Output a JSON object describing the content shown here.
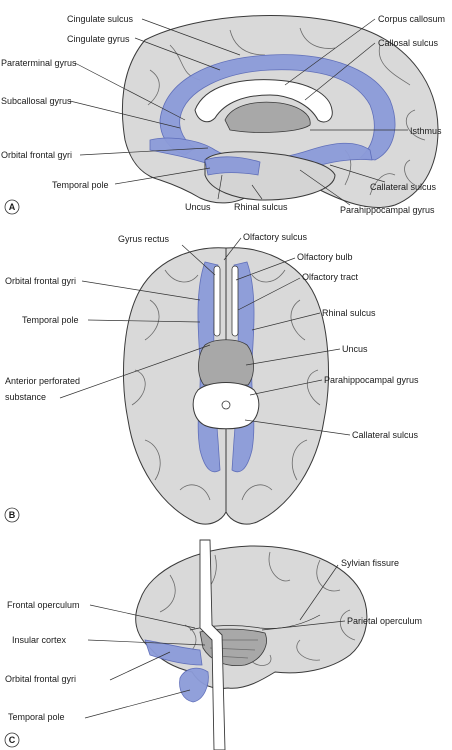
{
  "panels": [
    {
      "letter": "A",
      "labels": {
        "cingulate_sulcus": "Cingulate sulcus",
        "cingulate_gyrus": "Cingulate gyrus",
        "paraterminal_gyrus": "Paraterminal gyrus",
        "subcallosal_gyrus": "Subcallosal gyrus",
        "orbital_frontal_gyri": "Orbital frontal gyri",
        "temporal_pole": "Temporal pole",
        "uncus": "Uncus",
        "rhinal_sulcus": "Rhinal sulcus",
        "parahippocampal_gyrus": "Parahippocampal gyrus",
        "callateral_sulcus": "Callateral sulcus",
        "isthmus": "Isthmus",
        "callosal_sulcus": "Callosal sulcus",
        "corpus_callosum": "Corpus callosum"
      }
    },
    {
      "letter": "B",
      "labels": {
        "gyrus_rectus": "Gyrus rectus",
        "olfactory_sulcus": "Olfactory sulcus",
        "olfactory_bulb": "Olfactory bulb",
        "olfactory_tract": "Olfactory tract",
        "orbital_frontal_gyri": "Orbital frontal gyri",
        "temporal_pole": "Temporal pole",
        "rhinal_sulcus": "Rhinal sulcus",
        "uncus": "Uncus",
        "anterior_perforated_line1": "Anterior perforated",
        "anterior_perforated_line2": "substance",
        "parahippocampal_gyrus": "Parahippocampal gyrus",
        "callateral_sulcus": "Callateral sulcus"
      }
    },
    {
      "letter": "C",
      "labels": {
        "sylvian_fissure": "Sylvian fissure",
        "frontal_operculum": "Frontal operculum",
        "parietal_operculum": "Parietal operculum",
        "insular_cortex": "Insular cortex",
        "orbital_frontal_gyri": "Orbital frontal gyri",
        "temporal_pole": "Temporal pole"
      }
    }
  ],
  "colors": {
    "limbic_highlight": "#8c9bd9",
    "brain_fill": "#d9d9d9",
    "outline": "#3a3a3a"
  }
}
